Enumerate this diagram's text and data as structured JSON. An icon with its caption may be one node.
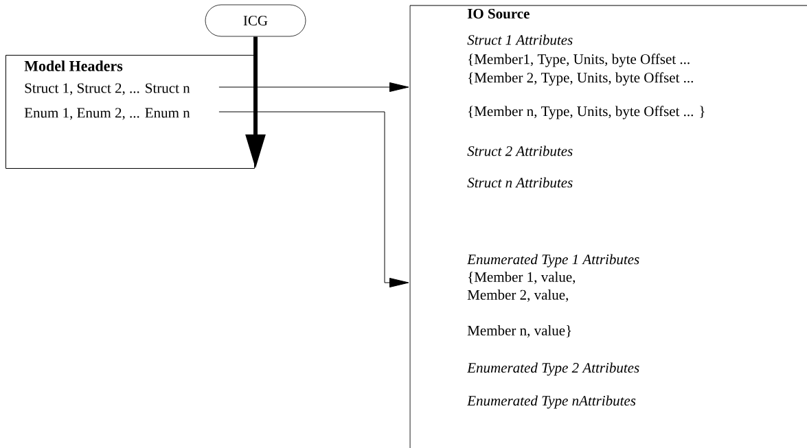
{
  "diagram": {
    "nodes": [
      {
        "text": [
          "ICG"
        ]
      },
      {
        "text": [
          "Model Headers"
        ]
      },
      {
        "text": [
          "Struct 1, Struct 2, ... Struct n"
        ],
        "in": 1
      },
      {
        "text": [
          "Enum 1, Enum 2, ... Enum n"
        ],
        "in": 1
      },
      {
        "text": [
          "IO Source",
          "Struct 1 Attributes",
          "{Member1, Type, Units, byte Offset ...",
          "{Member 2, Type, Units, byte Offset ...",
          "{Member n, Type, Units, byte Offset ... }",
          "Struct 2 Attributes",
          "Struct n Attributes",
          "Enumerated Type 1 Attributes",
          "{Member 1, value,",
          "Member 2, value,",
          "Member n, value}",
          "Enumerated Type 2 Attributes",
          "Enumerated Type nAttributes"
        ]
      }
    ],
    "edges": [
      {
        "from": 0,
        "to": 1,
        "arrow": "to",
        "style": "thick"
      },
      {
        "from": 2,
        "to": 4,
        "arrow": "to"
      },
      {
        "from": 3,
        "to": 4,
        "arrow": "to"
      }
    ]
  }
}
